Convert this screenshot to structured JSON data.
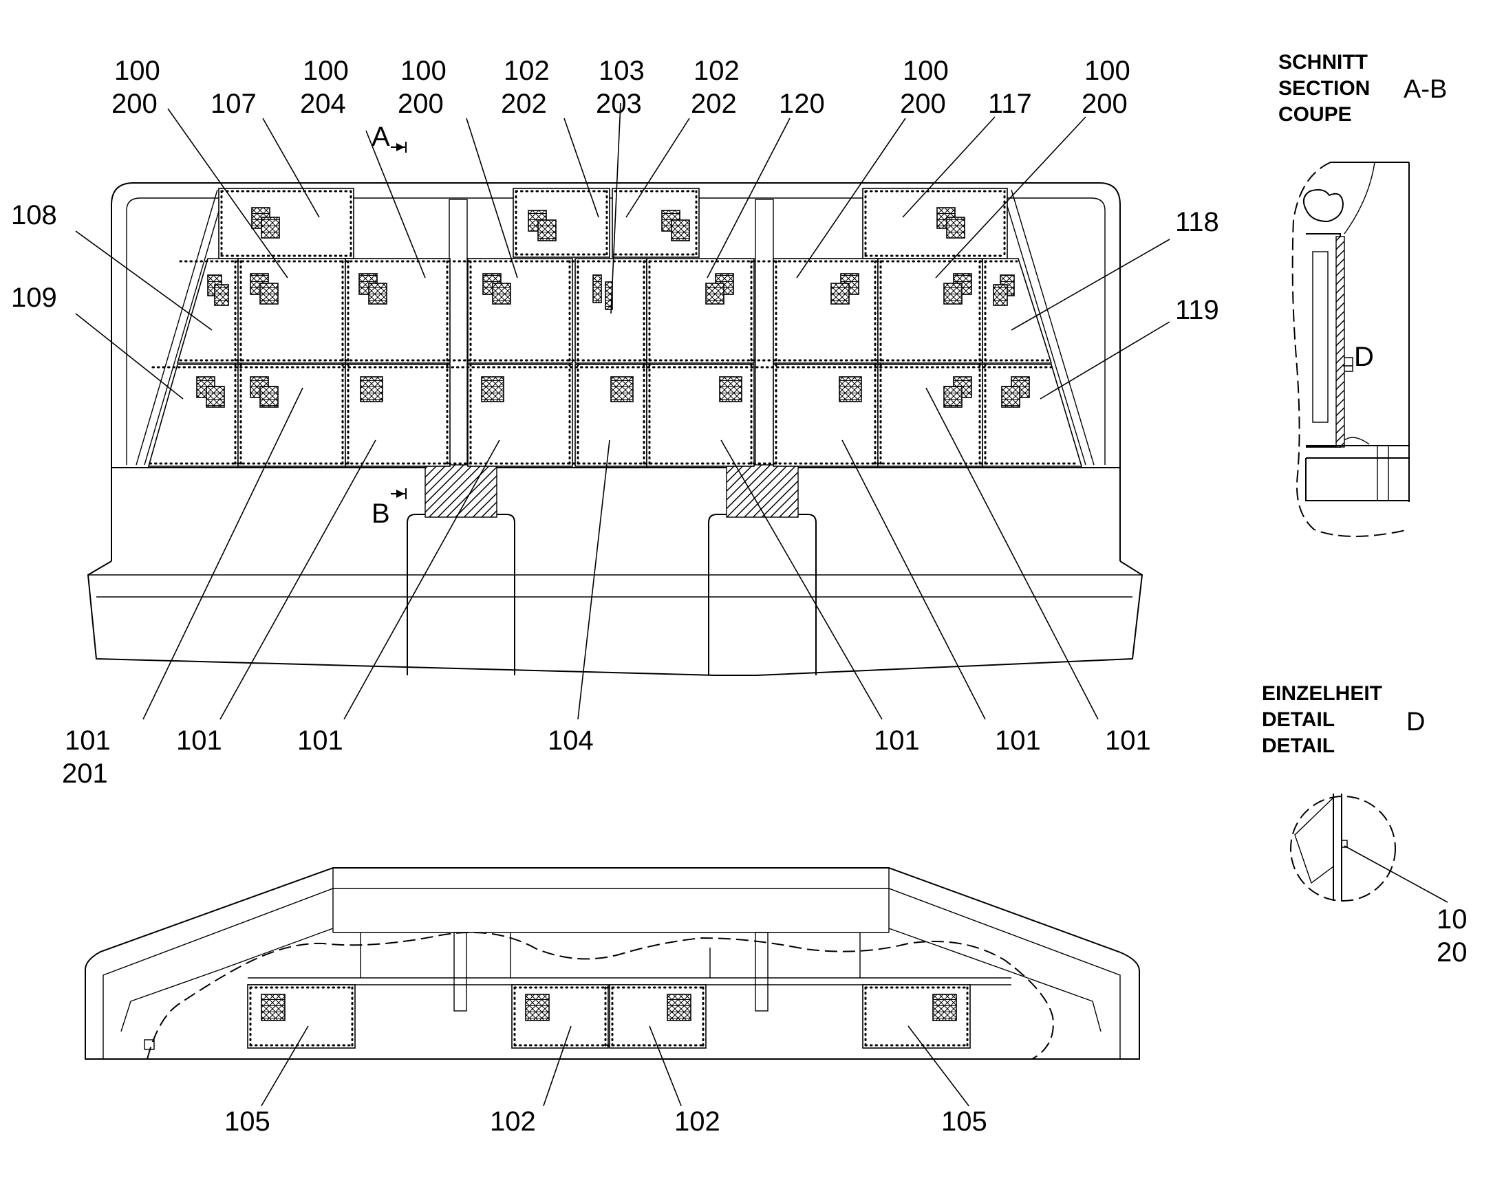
{
  "labels": {
    "top": [
      {
        "a": "100",
        "b": "200"
      },
      {
        "a": "107",
        "b": ""
      },
      {
        "a": "100",
        "b": "204"
      },
      {
        "a": "100",
        "b": "200"
      },
      {
        "a": "102",
        "b": "202"
      },
      {
        "a": "103",
        "b": "203"
      },
      {
        "a": "102",
        "b": "202"
      },
      {
        "a": "120",
        "b": ""
      },
      {
        "a": "100",
        "b": "200"
      },
      {
        "a": "117",
        "b": ""
      },
      {
        "a": "100",
        "b": "200"
      }
    ],
    "left": [
      "108",
      "109"
    ],
    "right": [
      "118",
      "119"
    ],
    "bottom_front": [
      {
        "a": "101",
        "b": "201"
      },
      {
        "a": "101",
        "b": ""
      },
      {
        "a": "101",
        "b": ""
      },
      {
        "a": "104",
        "b": ""
      },
      {
        "a": "101",
        "b": ""
      },
      {
        "a": "101",
        "b": ""
      },
      {
        "a": "101",
        "b": ""
      }
    ],
    "plan_view": [
      "105",
      "102",
      "102",
      "105"
    ],
    "section_marks": {
      "a": "A",
      "b": "B"
    }
  },
  "section": {
    "heading_lines": [
      "SCHNITT",
      "SECTION",
      "COUPE"
    ],
    "id": "A-B",
    "callout": "D"
  },
  "detail": {
    "heading_lines": [
      "EINZELHEIT",
      "DETAIL",
      "DETAIL"
    ],
    "id": "D",
    "callout_a": "10",
    "callout_b": "20"
  }
}
